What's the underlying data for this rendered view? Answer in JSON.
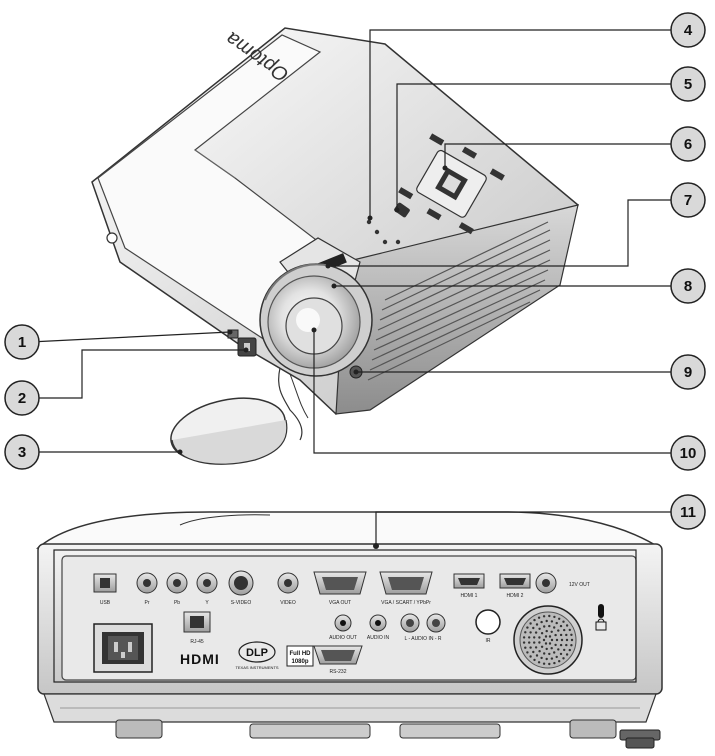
{
  "brand": {
    "logo_text": "Optoma"
  },
  "callouts": [
    {
      "number": "1"
    },
    {
      "number": "2"
    },
    {
      "number": "3"
    },
    {
      "number": "4"
    },
    {
      "number": "5"
    },
    {
      "number": "6"
    },
    {
      "number": "7"
    },
    {
      "number": "8"
    },
    {
      "number": "9"
    },
    {
      "number": "10"
    },
    {
      "number": "11"
    }
  ],
  "rear_panel": {
    "ports": {
      "usb": "USB",
      "pr": "Pr",
      "pb": "Pb",
      "y": "Y",
      "svideo": "S-VIDEO",
      "video": "VIDEO",
      "vga_out": "VGA OUT",
      "vga_scart": "VGA / SCART / YPbPr",
      "hdmi1": "HDMI 1",
      "hdmi2": "HDMI 2",
      "out12v": "12V OUT",
      "rj45": "RJ-45",
      "audio_out": "AUDIO OUT",
      "audio_in": "AUDIO IN",
      "l_audio_in_r": "L - AUDIO IN - R",
      "ir": "IR",
      "rs232": "RS-232"
    },
    "logos": {
      "hdmi": "HDMI",
      "dlp": "DLP",
      "dlp_sub": "TEXAS INSTRUMENTS",
      "fullhd_1": "Full HD",
      "fullhd_2": "1080p"
    }
  },
  "colors": {
    "ink": "#222222",
    "callout_fill": "#d9d9d9",
    "body_light": "#f2f2f2",
    "body_mid": "#cfcfcf",
    "body_dark": "#8a8a8a"
  }
}
